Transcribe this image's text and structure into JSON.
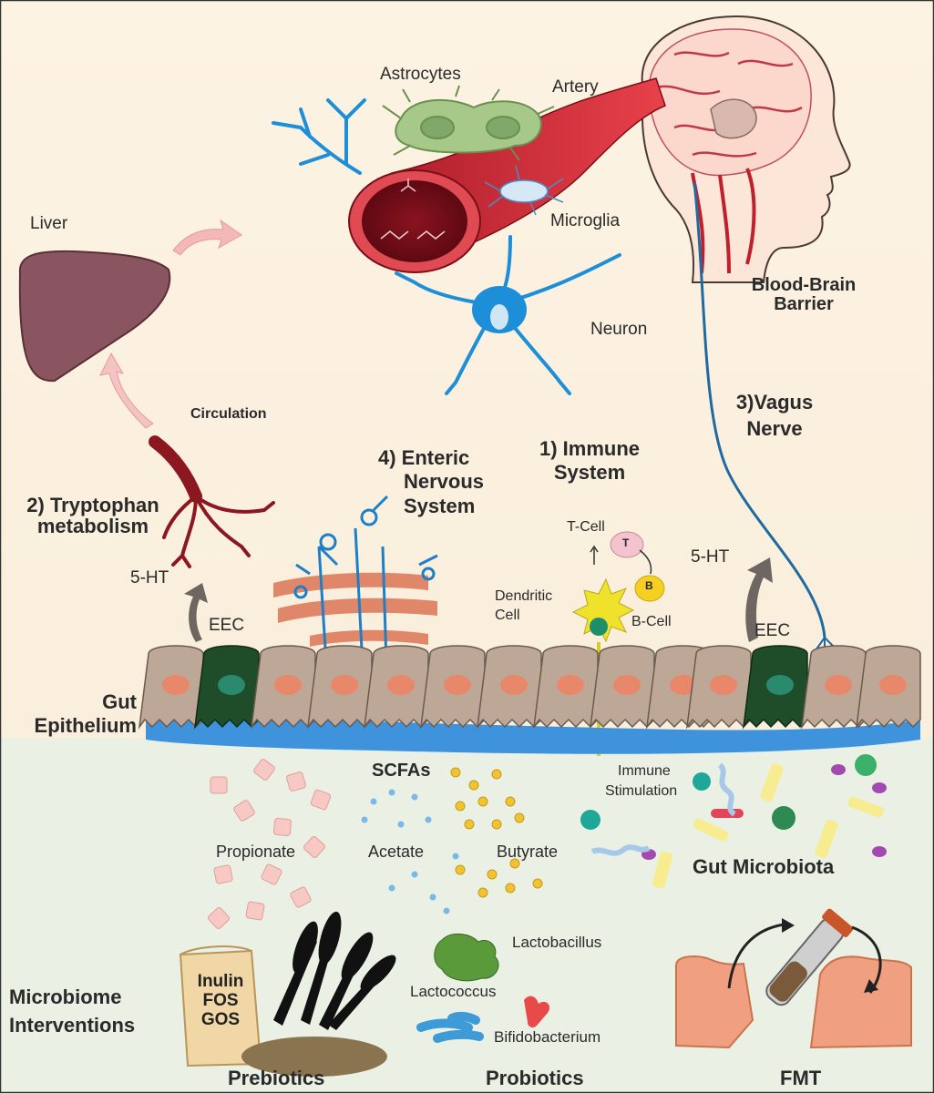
{
  "brain": {
    "astrocytes": "Astrocytes",
    "artery": "Artery",
    "microglia": "Microglia",
    "neuron": "Neuron",
    "bbb_line1": "Blood-Brain",
    "bbb_line2": "Barrier"
  },
  "pathways": {
    "liver": "Liver",
    "circulation": "Circulation",
    "tryptophan_line1": "2) Tryptophan",
    "tryptophan_line2": "metabolism",
    "ht_left": "5-HT",
    "eec_left": "EEC",
    "enteric_line1": "4) Enteric",
    "enteric_line2": "Nervous",
    "enteric_line3": "System",
    "immune_line1": "1) Immune",
    "immune_line2": "System",
    "tcell": "T-Cell",
    "t_letter": "T",
    "b_letter": "B",
    "dendritic_line1": "Dendritic",
    "dendritic_line2": "Cell",
    "bcell": "B-Cell",
    "vagus_line1": "3)Vagus",
    "vagus_line2": "Nerve",
    "ht_right": "5-HT",
    "eec_right": "EEC"
  },
  "gut": {
    "epithelium_line1": "Gut",
    "epithelium_line2": "Epithelium",
    "scfas": "SCFAs",
    "immune_stim_line1": "Immune",
    "immune_stim_line2": "Stimulation",
    "propionate": "Propionate",
    "acetate": "Acetate",
    "butyrate": "Butyrate",
    "microbiota": "Gut Microbiota"
  },
  "interventions": {
    "title_line1": "Microbiome",
    "title_line2": "Interventions",
    "package_items": [
      "Inulin",
      "FOS",
      "GOS"
    ],
    "prebiotics": "Prebiotics",
    "lactobacillus": "Lactobacillus",
    "lactococcus": "Lactococcus",
    "bifidobacterium": "Bifidobacterium",
    "probiotics": "Probiotics",
    "fmt": "FMT"
  },
  "colors": {
    "background_top": "#fdf3e3",
    "background_bottom": "#eaf1e4",
    "artery": "#d8303a",
    "neuron": "#1c8fd8",
    "astrocyte": "#9cc27a",
    "epithelial_cell": "#bda898",
    "nucleus": "#e9876a",
    "eec": "#1f4d2a",
    "mucus": "#3f93dc",
    "liver": "#8a5560",
    "vagus": "#1f6aa0"
  }
}
